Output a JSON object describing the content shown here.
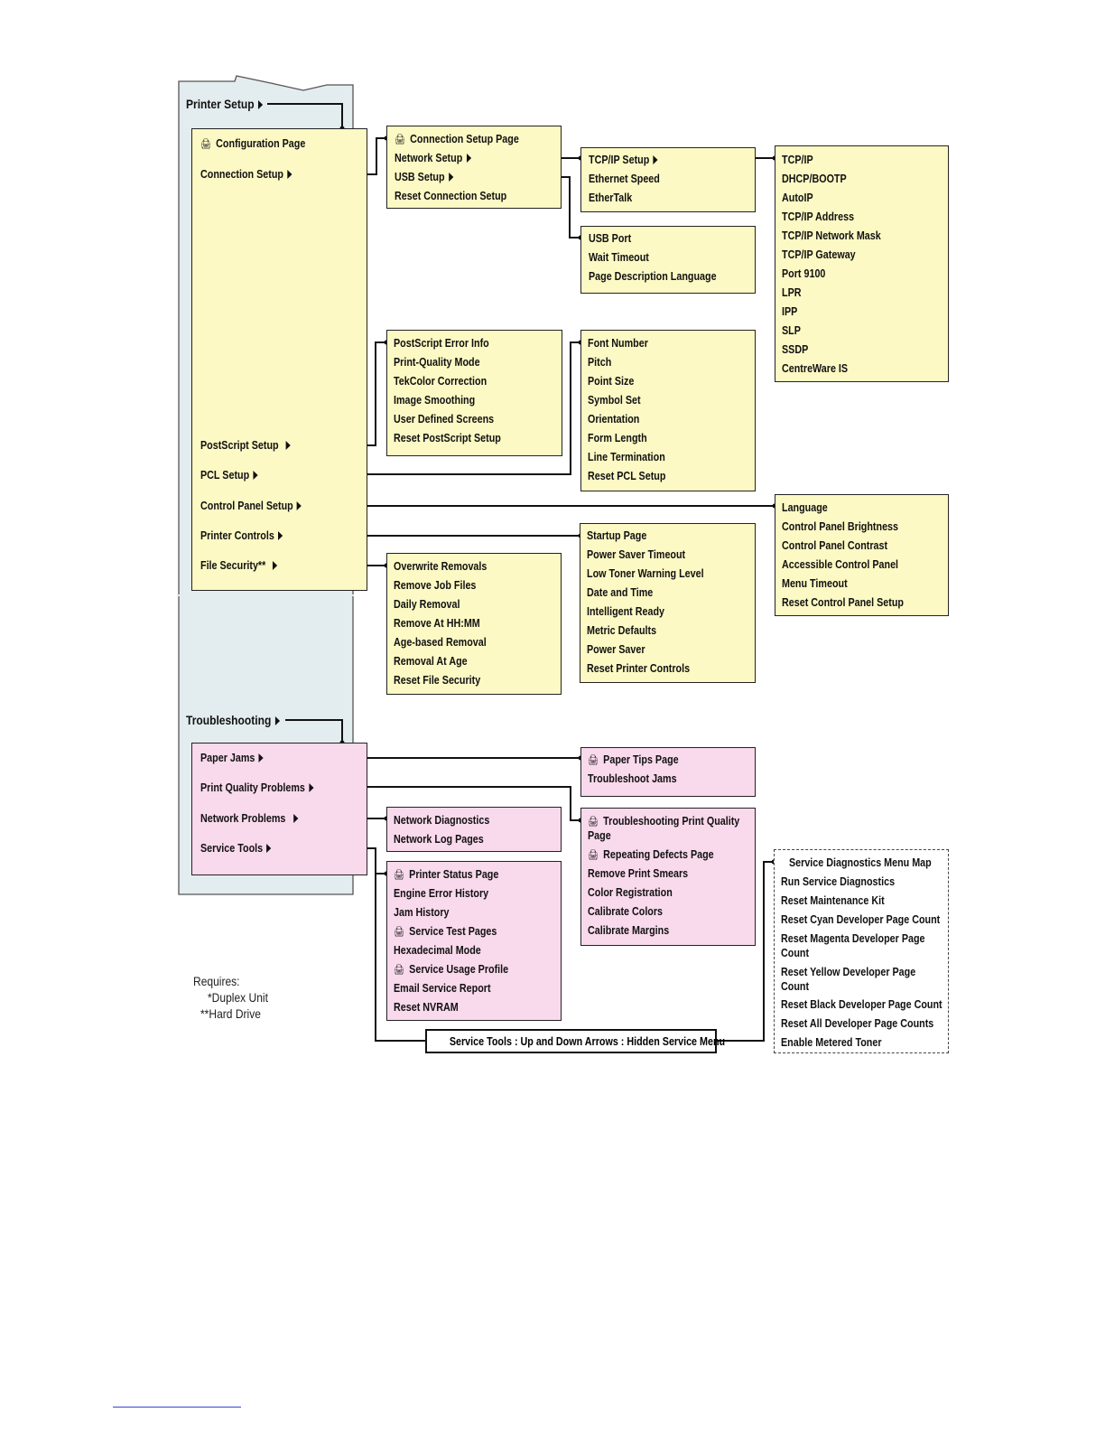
{
  "colors": {
    "setup_fill": "#fdf9c4",
    "trouble_fill": "#f9d9ec",
    "frame_fill": "#e3ecee",
    "line": "#111111"
  },
  "printer_setup": {
    "title": "Printer Setup",
    "items": [
      {
        "label": "Configuration Page",
        "icon": "print-page-icon"
      },
      {
        "label": "Connection Setup",
        "arrow": true
      },
      {
        "label": "PostScript Setup",
        "arrow": true
      },
      {
        "label": "PCL Setup",
        "arrow": true
      },
      {
        "label": "Control Panel Setup",
        "arrow": true
      },
      {
        "label": "Printer Controls",
        "arrow": true
      },
      {
        "label": "File Security**",
        "arrow": true
      }
    ]
  },
  "connection_setup": {
    "items": [
      {
        "label": "Connection Setup Page",
        "icon": "print-page-icon"
      },
      {
        "label": "Network Setup",
        "arrow": true
      },
      {
        "label": "USB Setup",
        "arrow": true
      },
      {
        "label": "Reset Connection Setup"
      }
    ]
  },
  "network_setup": {
    "items": [
      {
        "label": "TCP/IP Setup",
        "arrow": true
      },
      {
        "label": "Ethernet Speed"
      },
      {
        "label": "EtherTalk"
      }
    ]
  },
  "tcpip_setup": {
    "items": [
      "TCP/IP",
      "DHCP/BOOTP",
      "AutoIP",
      "TCP/IP Address",
      "TCP/IP Network Mask",
      "TCP/IP Gateway",
      "Port 9100",
      "LPR",
      "IPP",
      "SLP",
      "SSDP",
      "CentreWare IS"
    ]
  },
  "usb_setup": {
    "items": [
      "USB Port",
      "Wait Timeout",
      "Page Description Language"
    ]
  },
  "postscript_setup": {
    "items": [
      "PostScript Error Info",
      "Print-Quality Mode",
      "TekColor Correction",
      "Image Smoothing",
      "User Defined Screens",
      "Reset PostScript Setup"
    ]
  },
  "pcl_setup": {
    "items": [
      "Font Number",
      "Pitch",
      "Point Size",
      "Symbol Set",
      "Orientation",
      "Form Length",
      "Line Termination",
      "Reset PCL Setup"
    ]
  },
  "control_panel_setup": {
    "items": [
      "Language",
      "Control Panel Brightness",
      "Control Panel Contrast",
      "Accessible Control Panel",
      "Menu Timeout",
      "Reset Control Panel Setup"
    ]
  },
  "printer_controls": {
    "items": [
      "Startup Page",
      "Power Saver Timeout",
      "Low Toner Warning Level",
      "Date and Time",
      "Intelligent Ready",
      "Metric Defaults",
      "Power Saver",
      "Reset Printer Controls"
    ]
  },
  "file_security": {
    "items": [
      "Overwrite Removals",
      "Remove Job Files",
      "Daily Removal",
      "Remove At HH:MM",
      "Age-based Removal",
      "Removal At Age",
      "Reset File Security"
    ]
  },
  "troubleshooting": {
    "title": "Troubleshooting",
    "items": [
      {
        "label": "Paper Jams",
        "arrow": true
      },
      {
        "label": "Print Quality Problems",
        "arrow": true
      },
      {
        "label": "Network Problems",
        "arrow": true
      },
      {
        "label": "Service Tools",
        "arrow": true
      }
    ]
  },
  "paper_jams": {
    "items": [
      {
        "label": "Paper Tips Page",
        "icon": "print-page-icon"
      },
      {
        "label": "Troubleshoot Jams"
      }
    ]
  },
  "print_quality": {
    "items": [
      {
        "label": "Troubleshooting Print Quality",
        "icon": "print-page-icon"
      },
      {
        "label": "Page"
      },
      {
        "label": "Repeating Defects Page",
        "icon": "print-page-icon"
      },
      {
        "label": "Remove Print Smears"
      },
      {
        "label": "Color Registration"
      },
      {
        "label": "Calibrate Colors"
      },
      {
        "label": "Calibrate Margins"
      }
    ]
  },
  "network_problems": {
    "items": [
      "Network Diagnostics",
      "Network Log Pages"
    ]
  },
  "service_tools": {
    "items": [
      {
        "label": "Printer Status Page",
        "icon": "print-page-icon"
      },
      {
        "label": "Engine Error History"
      },
      {
        "label": "Jam History"
      },
      {
        "label": "Service Test Pages",
        "icon": "print-page-icon"
      },
      {
        "label": "Hexadecimal Mode"
      },
      {
        "label": "Service Usage Profile",
        "icon": "print-page-icon"
      },
      {
        "label": "Email Service Report"
      },
      {
        "label": "Reset NVRAM"
      }
    ]
  },
  "hidden_service_menu": {
    "bar_label": "Service Tools : Up and Down Arrows : Hidden Service Menu",
    "items": [
      "Service Diagnostics Menu Map",
      "Run Service Diagnostics",
      "Reset Maintenance Kit",
      "Reset Cyan Developer Page Count",
      "Reset Magenta Developer Page",
      "Count",
      "Reset Yellow Developer Page",
      "Count",
      "Reset Black Developer Page Count",
      "Reset All Developer Page Counts",
      "Enable Metered Toner"
    ]
  },
  "footnote": {
    "title": "Requires:",
    "lines": [
      "*Duplex Unit",
      "**Hard Drive"
    ]
  }
}
